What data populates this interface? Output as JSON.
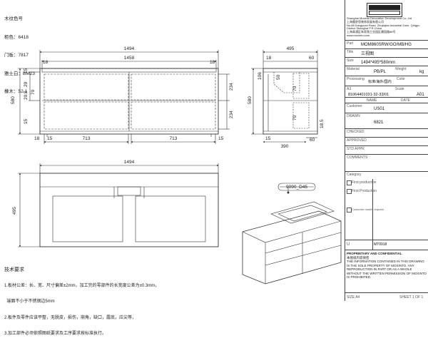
{
  "material_notes": {
    "line1": "木纹色号",
    "line2": "柜色：6418",
    "line3": "门板：7817",
    "line4": "雅士白：BM23",
    "line5": "橡木：52-1"
  },
  "front_view": {
    "dims": {
      "overall_width": "1494",
      "inner_width": "1458",
      "left_18": "18",
      "right_18": "18",
      "height_580": "580",
      "d_15a": "15",
      "d_15b": "15",
      "d_29": "29",
      "d_20_5": "20.5",
      "d_70": "70",
      "d_234a": "234",
      "d_234b": "234",
      "bottom_18": "18",
      "bottom_15": "15",
      "left_713": "713",
      "right_713": "713",
      "right_15": "15"
    }
  },
  "side_view": {
    "dims": {
      "depth": "495",
      "d_18": "18",
      "d_60": "60",
      "d_106": "106",
      "d_50": "50",
      "d_70a": "70",
      "d_70b": "70",
      "d_580": "580",
      "d_390": "390",
      "d_15": "15",
      "d_60b": "60",
      "d_18_5": "18.5"
    }
  },
  "top_view": {
    "width": "1494",
    "height": "495"
  },
  "iso_view": {
    "callout": "9090_D45"
  },
  "tech_requirements": {
    "title": "技术要求",
    "line1": "1.板材公差：长、宽、尺寸偏差±2mm，加工完的零部件的长宽度公差为±0.3mm，",
    "line2": "  端面不小于不锈钢边5mm",
    "line3": "2.板件及零件应该平整，无脱皮，损伤，崩角，缺口，露底，应尖等，",
    "line4": "3.加工部件必须依照图纸要求及工序要求按标准执行。"
  },
  "title_block": {
    "company_en": "Shanghai Moxinto Decoration Development Co.,Ltd",
    "company_cn": "上海墨舒思装饰发展有限公司",
    "address": "No.88 Kangyuan Road, Zhujiajiao Industrial Zone, Qingpu District Shanghai P.R.China",
    "address_cn": "上海青浦区朱家角工业园区康园路88号",
    "web": "www.moxinto.com",
    "part_label": "Part",
    "part_value": "MOM860SRW/GO/MB/HG",
    "title_label": "Title",
    "title_value": "三视图",
    "size_label": "Size",
    "size_value": "1494*495*580mm",
    "material_label": "Material",
    "material_value": "PB/PL",
    "weight_label": "Weight",
    "weight_unit": "kg",
    "processing_label": "Processing",
    "processing_value": "标准/海外/国内",
    "color_label": "Color",
    "paper_label": "A3",
    "scale_label": "Scale",
    "drawing_no": "81064401031-32-33/01",
    "rev": "A01",
    "name_label": "NAME",
    "date_label": "DATE",
    "customer_label": "Customer",
    "customer_value": "US01",
    "drawn_label": "DRAWN",
    "drawn_value": "6821",
    "checked_label": "CHECKED",
    "approved_label": "APPROVED",
    "std_label": "STD APPR",
    "comments_label": "COMMENTS",
    "category_label": "Category",
    "cat1": "First production",
    "cat2": "First Production",
    "cat3": "Customer modify request",
    "u_label": "U",
    "u_value": "MT0918",
    "prop_title": "PROPRIETARY AND CONFIDENTIAL",
    "prop_cn": "本图纸内容保密",
    "prop_text": "THE INFORMATION CONTAINED IN THIS DRAWING IS THE SOLE PROPERTY OF MOXINTO. ANY REPRODUCTION IN PART OR AS A WHOLE WITHOUT THE WRITTEN PERMISSION OF MOXINTO IS PROHIBITED.",
    "size_a4": "SIZE A4",
    "sheet": "SHEET 1 OF 1"
  }
}
